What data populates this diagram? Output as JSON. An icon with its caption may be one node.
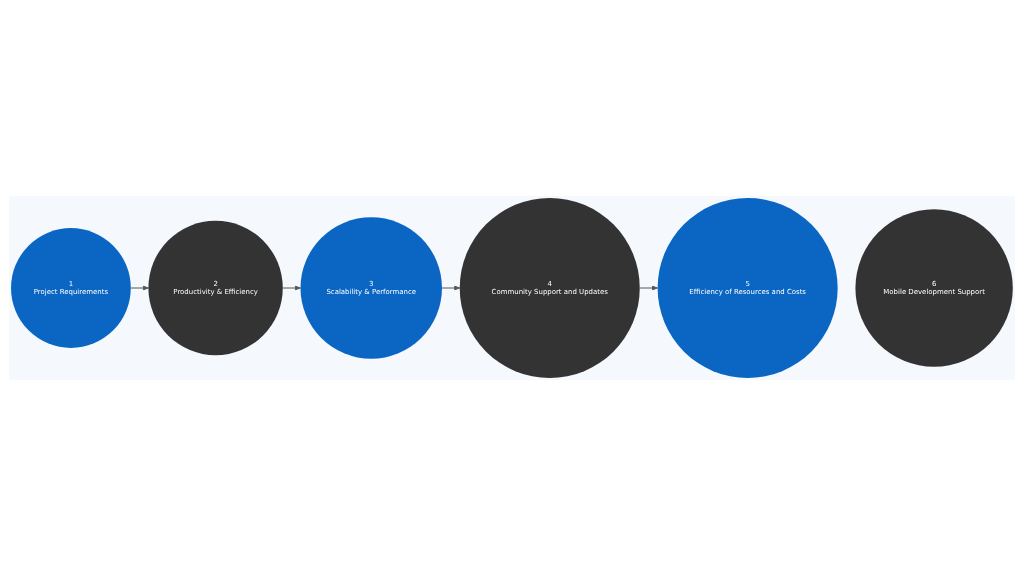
{
  "diagram": {
    "nodes": [
      {
        "text": [
          "1",
          "Project Requirements"
        ]
      },
      {
        "text": [
          "2",
          "Productivity & Efficiency"
        ]
      },
      {
        "text": [
          "3",
          "Scalability & Performance"
        ]
      },
      {
        "text": [
          "4",
          "Community Support and Updates"
        ]
      },
      {
        "text": [
          "5",
          "Efficiency of Resources and Costs"
        ]
      },
      {
        "text": [
          "6",
          "Mobile Development Support"
        ]
      }
    ],
    "edges": [
      {
        "from": 0,
        "to": 1,
        "arrow": "to"
      },
      {
        "from": 1,
        "to": 2,
        "arrow": "to"
      },
      {
        "from": 2,
        "to": 3,
        "arrow": "to"
      },
      {
        "from": 3,
        "to": 4,
        "arrow": "to"
      }
    ]
  }
}
